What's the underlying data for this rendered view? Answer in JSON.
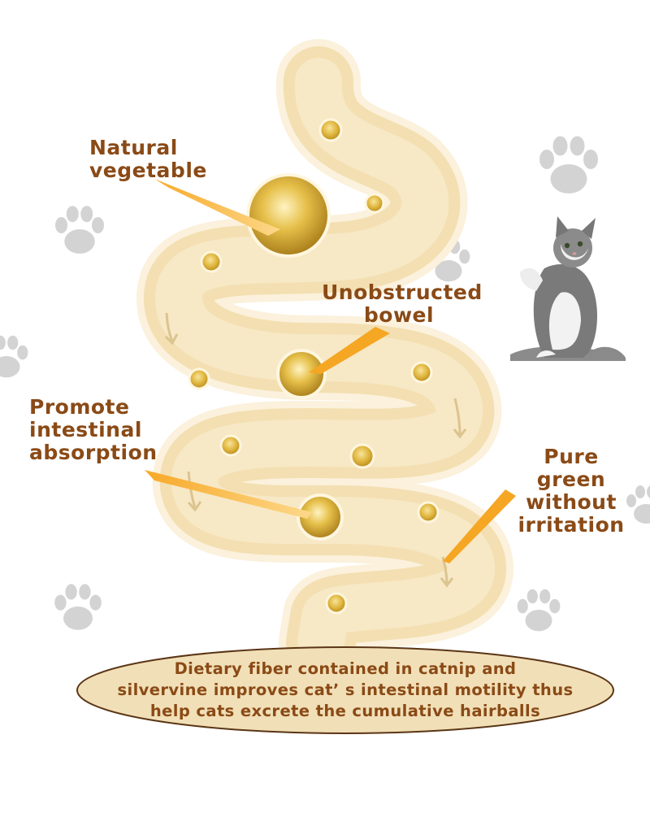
{
  "callouts": {
    "natural_vegetable": "Natural\nvegetable",
    "unobstructed_bowel": "Unobstructed\nbowel",
    "promote_absorption": "Promote\nintestinal\nabsorption",
    "pure_green": "Pure green\nwithout\nirritation"
  },
  "caption": "Dietary fiber contained in catnip and\nsilvervine improves catʼ s intestinal motility thus\nhelp cats excrete the cumulative hairballs",
  "colors": {
    "text": "#8a4a16",
    "intestine_fill": "#f5e4bd",
    "intestine_edge": "#fbf1dc",
    "pointer": "#f39c1d",
    "ellipse_fill": "#f1dfb7",
    "ellipse_border": "#5a3515",
    "paw": "#d3d3d3"
  },
  "icons": [
    "paw-print-icon",
    "down-arrow-icon",
    "cat-photo"
  ]
}
